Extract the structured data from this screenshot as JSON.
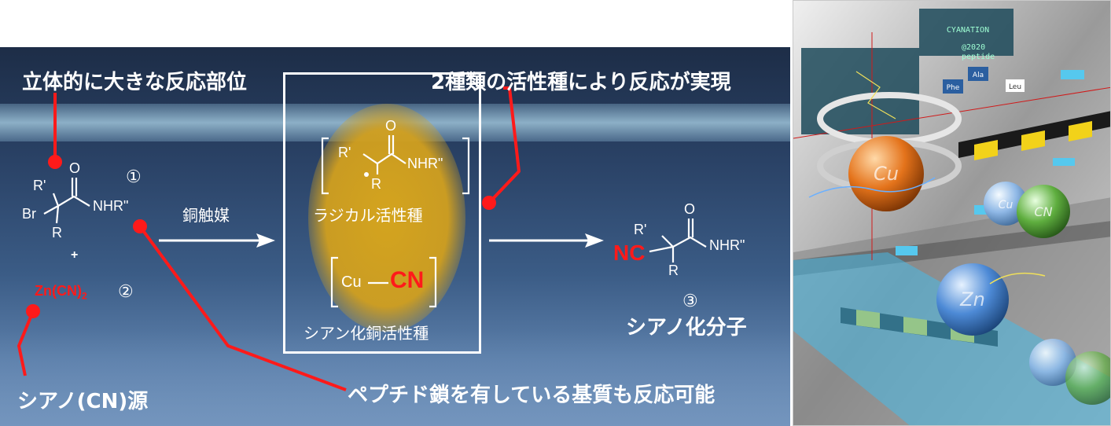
{
  "callouts": {
    "steric_site": "立体的に大きな反応部位",
    "two_species": "2種類の活性種により反応が実現",
    "cyano_source": "シアノ(CN)源",
    "peptide": "ペプチド鎖を有している基質も反応可能"
  },
  "reactant1": {
    "r_prime": "R'",
    "br": "Br",
    "r": "R",
    "o": "O",
    "nhr": "NHR\"",
    "number": "①"
  },
  "plus": "+",
  "reactant2": {
    "zn": "Zn(CN)",
    "subscript": "2",
    "number": "②"
  },
  "catalyst": "銅触媒",
  "intermediates": {
    "radical_label": "ラジカル活性種",
    "radical_r_prime": "R'",
    "radical_r": "R",
    "radical_o": "O",
    "radical_nhr": "NHR\"",
    "cu": "Cu",
    "cn": "CN",
    "copper_label": "シアン化銅活性種"
  },
  "product": {
    "r_prime": "R'",
    "nc": "NC",
    "r": "R",
    "o": "O",
    "nhr": "NHR\"",
    "number": "③",
    "label": "シアノ化分子"
  },
  "illustration": {
    "sphere_labels": [
      "Cu",
      "Cu",
      "CN",
      "Zn"
    ],
    "screen_texts": [
      "CYANATION",
      "@2020",
      "peptide",
      "Phe",
      "Ala",
      "Leu"
    ]
  },
  "colors": {
    "callout_red": "#ff1a1a",
    "glow_gold": "#d4a41e",
    "panel_blue": "#2a4266"
  }
}
